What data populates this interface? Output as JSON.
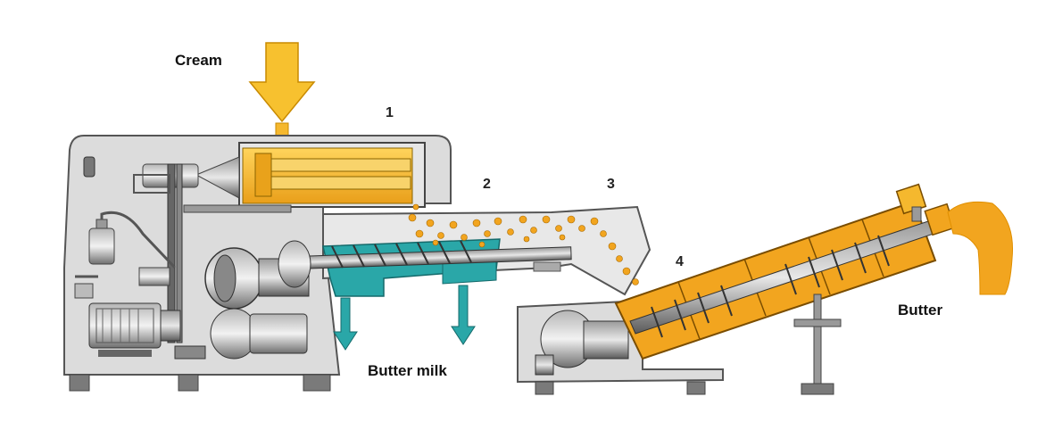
{
  "labels": {
    "cream": "Cream",
    "butter_milk": "Butter milk",
    "butter": "Butter",
    "stage_1": "1",
    "stage_2": "2",
    "stage_3": "3",
    "stage_4": "4"
  },
  "colors": {
    "machine_fill": "#dcdcdc",
    "machine_stroke": "#555555",
    "cream_yellow": "#f5b82e",
    "butter_orange": "#f2a51f",
    "buttermilk_teal": "#2aa7a8",
    "motor_grey": "#8a8a8a",
    "frame_dark": "#4a4a4a"
  }
}
